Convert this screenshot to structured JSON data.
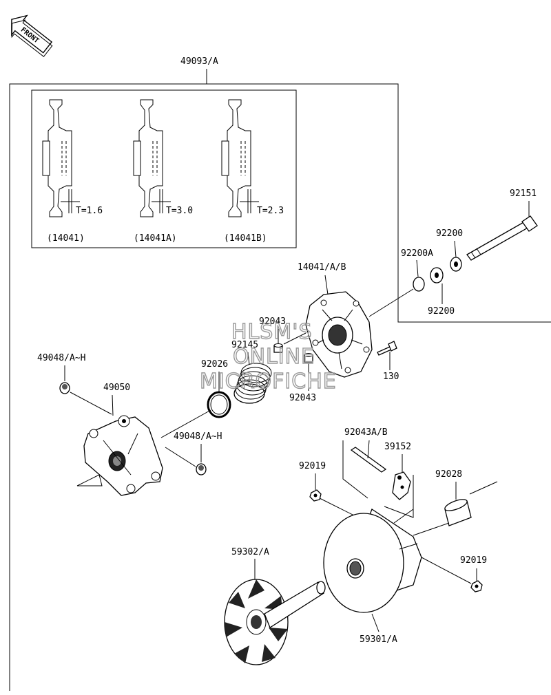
{
  "front_label": "FRONT",
  "watermark": [
    "HLSM'S",
    "ONLINE",
    "MICROFICHE"
  ],
  "inset": {
    "variants": [
      {
        "thickness": "T=1.6",
        "part": "(14041)"
      },
      {
        "thickness": "T=3.0",
        "part": "(14041A)"
      },
      {
        "thickness": "T=2.3",
        "part": "(14041B)"
      }
    ]
  },
  "labels": {
    "assembly": "49093/A",
    "bolt": "92151",
    "washer_upper": "92200",
    "washer_lower": "92200",
    "washer_a": "92200A",
    "cover": "14041/A/B",
    "bushing_upper": "92043",
    "bushing_lower": "92043",
    "spring": "92145",
    "snap_ring": "92026",
    "bolt_small": "130",
    "cap_upper": "49048/A~H",
    "spider": "49050",
    "cap_lower": "49048/A~H",
    "pin": "92043A/B",
    "weight": "39152",
    "nut_left": "92019",
    "collar": "92028",
    "nut_right": "92019",
    "moveable_sheave": "59302/A",
    "fixed_sheave": "59301/A"
  }
}
